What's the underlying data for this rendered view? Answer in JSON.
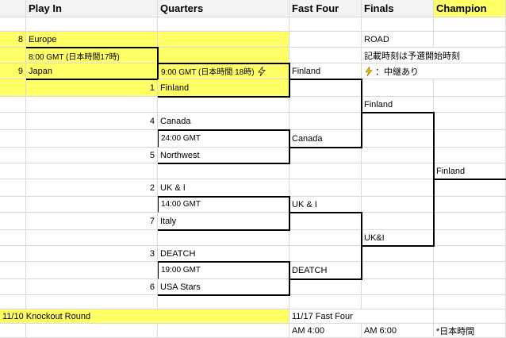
{
  "columns": {
    "play_in": "Play In",
    "quarters": "Quarters",
    "fast_four": "Fast Four",
    "finals": "Finals",
    "champion": "Champion"
  },
  "play_in": {
    "seed_top": "8",
    "team_top": "Europe",
    "time": "8:00 GMT (日本時間17時)",
    "seed_bottom": "9",
    "team_bottom": "Japan"
  },
  "quarters": {
    "match1": {
      "time": "9:00 GMT (日本時間 18時)",
      "icon": "lightning-bolt-icon",
      "seed": "1",
      "team": "Finland"
    },
    "match2": {
      "seed_top": "4",
      "team_top": "Canada",
      "time": "24:00 GMT",
      "seed_bottom": "5",
      "team_bottom": "Northwest"
    },
    "match3": {
      "seed_top": "2",
      "team_top": "UK & I",
      "time": "14:00 GMT",
      "seed_bottom": "7",
      "team_bottom": "Italy"
    },
    "match4": {
      "seed_top": "3",
      "team_top": "DEATCH",
      "time": "19:00 GMT",
      "seed_bottom": "6",
      "team_bottom": "USA Stars"
    }
  },
  "fast_four": [
    "Finland",
    "Canada",
    "UK & I",
    "DEATCH"
  ],
  "finals": [
    "Finland",
    "UK&I"
  ],
  "champion": "Finland",
  "legend": {
    "road": "ROAD",
    "note": "記載時刻は予選開始時刻",
    "stream": "：中継あり"
  },
  "footer": {
    "knockout": "11/10 Knockout Round",
    "fast_four_date": "11/17 Fast Four",
    "am4": "AM 4:00",
    "am6": "AM 6:00",
    "jst": "*日本時間"
  },
  "colors": {
    "highlight": "#ffff66",
    "header": "#f3f3f3",
    "bolt": "#f5b800"
  }
}
